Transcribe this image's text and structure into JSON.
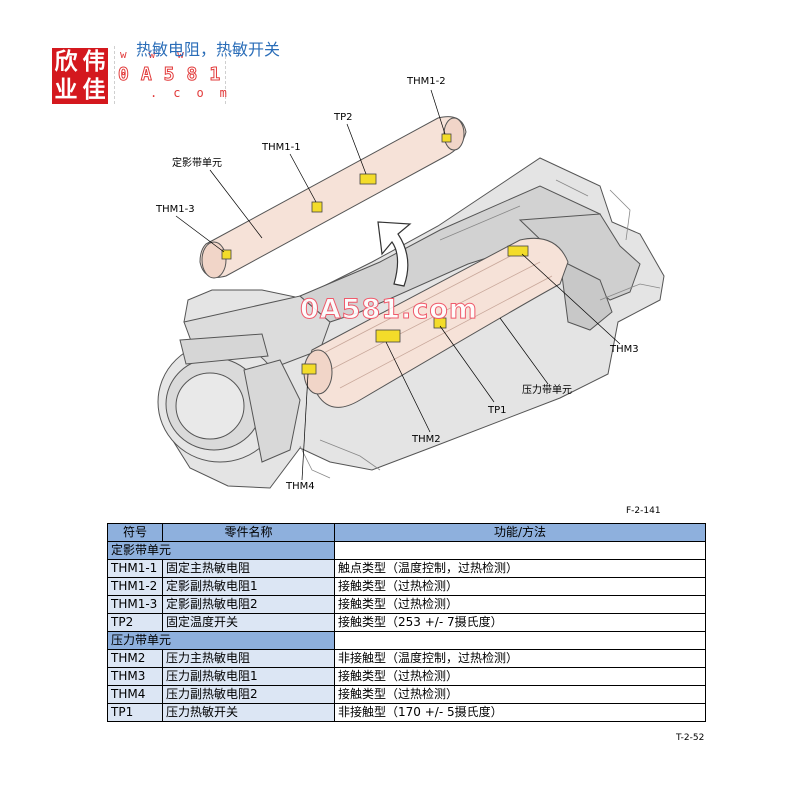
{
  "header": {
    "title": "热敏电阻，热敏开关",
    "logo_chars": [
      "欣",
      "伟",
      "业",
      "佳"
    ],
    "watermark_www": "www",
    "watermark_number": "0A581",
    "watermark_com": ".com"
  },
  "diagram": {
    "watermark": "0A581.com",
    "labels": {
      "thm1_2": "THM1-2",
      "tp2": "TP2",
      "thm1_1": "THM1-1",
      "fixing_belt_unit": "定影带单元",
      "thm1_3": "THM1-3",
      "thm3": "THM3",
      "pressure_belt_unit": "压力带单元",
      "tp1": "TP1",
      "thm2": "THM2",
      "thm4": "THM4"
    },
    "figure_id": "F-2-141"
  },
  "table": {
    "headers": [
      "符号",
      "零件名称",
      "功能/方法"
    ],
    "groups": [
      {
        "name": "定影带单元",
        "rows": [
          {
            "symbol": "THM1-1",
            "name": "固定主热敏电阻",
            "function": "触点类型（温度控制，过热检测）"
          },
          {
            "symbol": "THM1-2",
            "name": "定影副热敏电阻1",
            "function": "接触类型（过热检测）"
          },
          {
            "symbol": "THM1-3",
            "name": "定影副热敏电阻2",
            "function": "接触类型（过热检测）"
          },
          {
            "symbol": "TP2",
            "name": "固定温度开关",
            "function": "接触类型（253 +/- 7摄氏度）"
          }
        ]
      },
      {
        "name": "压力带单元",
        "rows": [
          {
            "symbol": "THM2",
            "name": "压力主热敏电阻",
            "function": "非接触型（温度控制，过热检测）"
          },
          {
            "symbol": "THM3",
            "name": "压力副热敏电阻1",
            "function": "接触类型（过热检测）"
          },
          {
            "symbol": "THM4",
            "name": "压力副热敏电阻2",
            "function": "接触类型（过热检测）"
          },
          {
            "symbol": "TP1",
            "name": "压力热敏开关",
            "function": "非接触型（170 +/- 5摄氏度）"
          }
        ]
      }
    ],
    "table_id": "T-2-52"
  },
  "colors": {
    "header_fill": "#8eb0dd",
    "cell_fill": "#dce6f4",
    "belt_fill": "#f6e2d8",
    "part_yellow": "#f3dc2a",
    "title_blue": "#2a6db8",
    "logo_red": "#d4181e"
  }
}
